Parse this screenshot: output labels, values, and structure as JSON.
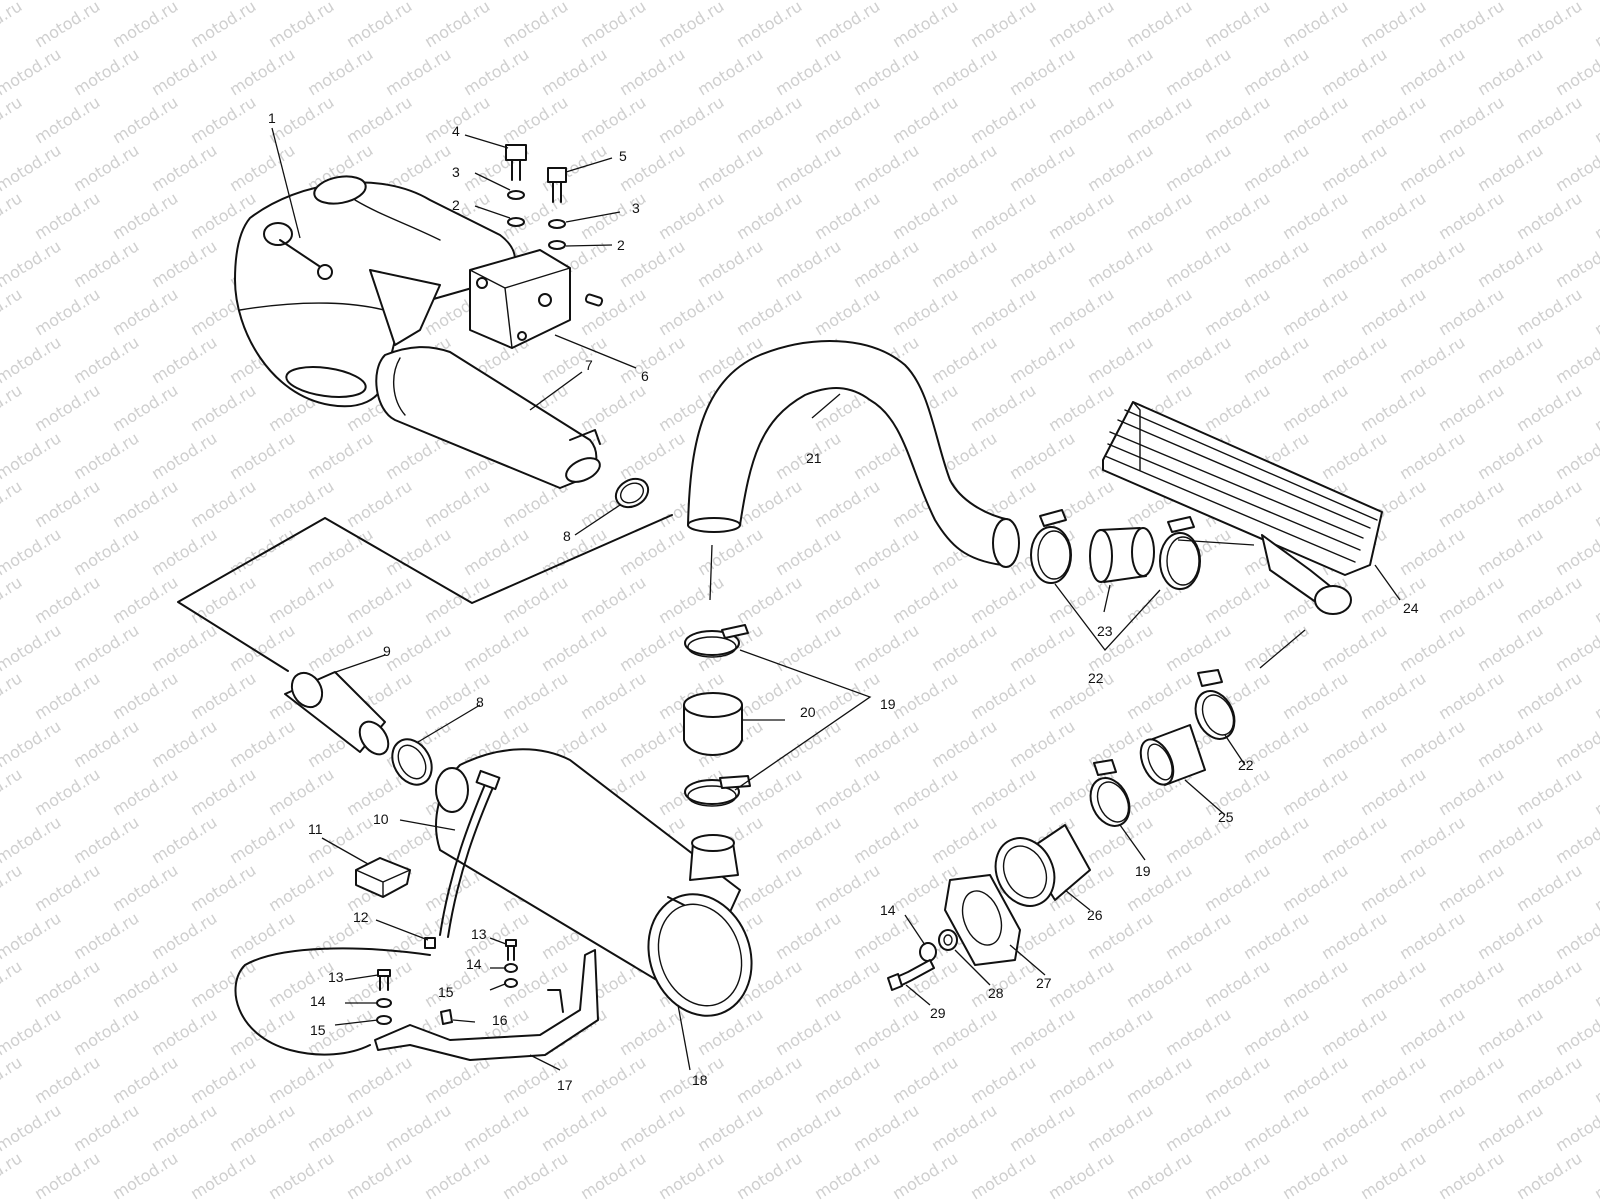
{
  "watermark": {
    "text": "motod.ru",
    "color": "#cfcfcf"
  },
  "colors": {
    "line": "#111111",
    "background": "#ffffff"
  },
  "callouts": [
    {
      "id": "c1",
      "text": "1"
    },
    {
      "id": "c2a",
      "text": "2"
    },
    {
      "id": "c2b",
      "text": "2"
    },
    {
      "id": "c3a",
      "text": "3"
    },
    {
      "id": "c3b",
      "text": "3"
    },
    {
      "id": "c4",
      "text": "4"
    },
    {
      "id": "c5",
      "text": "5"
    },
    {
      "id": "c6",
      "text": "6"
    },
    {
      "id": "c7",
      "text": "7"
    },
    {
      "id": "c8a",
      "text": "8"
    },
    {
      "id": "c8b",
      "text": "8"
    },
    {
      "id": "c9",
      "text": "9"
    },
    {
      "id": "c10",
      "text": "10"
    },
    {
      "id": "c11",
      "text": "11"
    },
    {
      "id": "c12",
      "text": "12"
    },
    {
      "id": "c13a",
      "text": "13"
    },
    {
      "id": "c13b",
      "text": "13"
    },
    {
      "id": "c14a",
      "text": "14"
    },
    {
      "id": "c14b",
      "text": "14"
    },
    {
      "id": "c14c",
      "text": "14"
    },
    {
      "id": "c15a",
      "text": "15"
    },
    {
      "id": "c15b",
      "text": "15"
    },
    {
      "id": "c16",
      "text": "16"
    },
    {
      "id": "c17",
      "text": "17"
    },
    {
      "id": "c18",
      "text": "18"
    },
    {
      "id": "c19a",
      "text": "19"
    },
    {
      "id": "c19b",
      "text": "19"
    },
    {
      "id": "c20",
      "text": "20"
    },
    {
      "id": "c21",
      "text": "21"
    },
    {
      "id": "c22a",
      "text": "22"
    },
    {
      "id": "c22b",
      "text": "22"
    },
    {
      "id": "c23",
      "text": "23"
    },
    {
      "id": "c24",
      "text": "24"
    },
    {
      "id": "c25",
      "text": "25"
    },
    {
      "id": "c26",
      "text": "26"
    },
    {
      "id": "c27",
      "text": "27"
    },
    {
      "id": "c28",
      "text": "28"
    },
    {
      "id": "c29",
      "text": "29"
    }
  ]
}
